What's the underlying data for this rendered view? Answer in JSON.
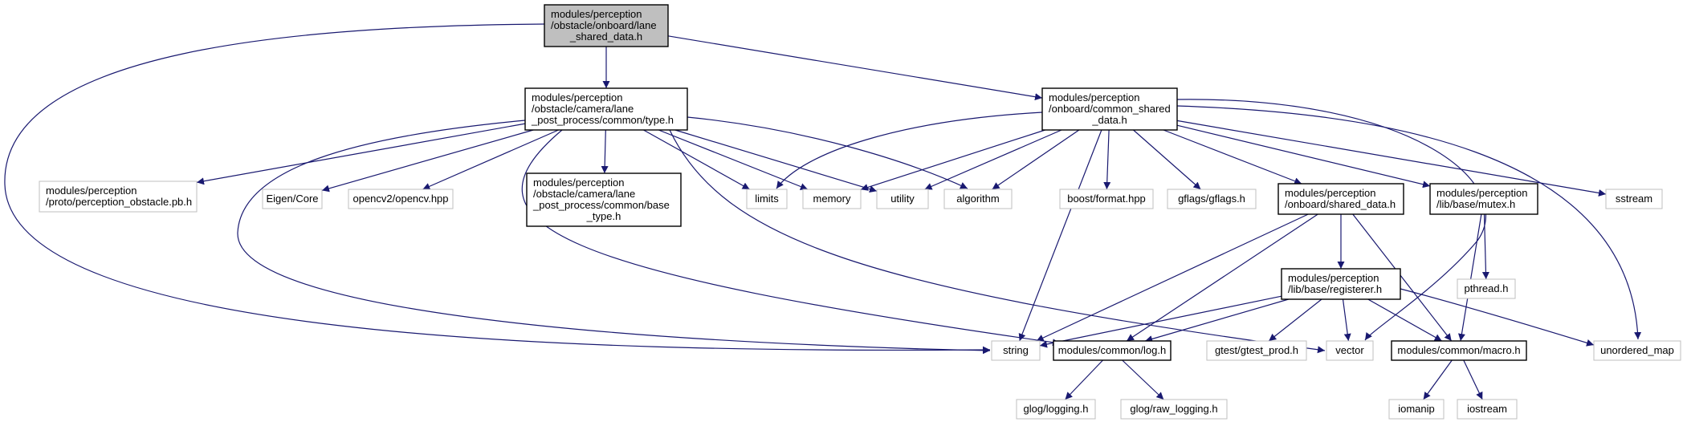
{
  "colors": {
    "edge": "#191970",
    "root_fill": "#bfbfbf",
    "local_border": "#000000",
    "external_border": "#bfbfbf",
    "background": "#ffffff"
  },
  "nodes": {
    "lane_shared_data_h": {
      "lines": [
        "modules/perception",
        "/obstacle/onboard/lane",
        "_shared_data.h"
      ],
      "kind": "root"
    },
    "lane_common_type_h": {
      "lines": [
        "modules/perception",
        "/obstacle/camera/lane",
        "_post_process/common/type.h"
      ],
      "kind": "local"
    },
    "common_shared_data_h": {
      "lines": [
        "modules/perception",
        "/onboard/common_shared",
        "_data.h"
      ],
      "kind": "local"
    },
    "perception_obstacle_pb_h": {
      "lines": [
        "modules/perception",
        "/proto/perception_obstacle.pb.h"
      ],
      "kind": "external"
    },
    "eigen_core": {
      "lines": [
        "Eigen/Core"
      ],
      "kind": "external"
    },
    "opencv_hpp": {
      "lines": [
        "opencv2/opencv.hpp"
      ],
      "kind": "external"
    },
    "base_type_h": {
      "lines": [
        "modules/perception",
        "/obstacle/camera/lane",
        "_post_process/common/base",
        "_type.h"
      ],
      "kind": "local"
    },
    "limits": {
      "lines": [
        "limits"
      ],
      "kind": "external"
    },
    "memory": {
      "lines": [
        "memory"
      ],
      "kind": "external"
    },
    "utility": {
      "lines": [
        "utility"
      ],
      "kind": "external"
    },
    "algorithm": {
      "lines": [
        "algorithm"
      ],
      "kind": "external"
    },
    "boost_format_hpp": {
      "lines": [
        "boost/format.hpp"
      ],
      "kind": "external"
    },
    "gflags_h": {
      "lines": [
        "gflags/gflags.h"
      ],
      "kind": "external"
    },
    "onboard_shared_data_h": {
      "lines": [
        "modules/perception",
        "/onboard/shared_data.h"
      ],
      "kind": "local"
    },
    "lib_base_mutex_h": {
      "lines": [
        "modules/perception",
        "/lib/base/mutex.h"
      ],
      "kind": "local"
    },
    "sstream": {
      "lines": [
        "sstream"
      ],
      "kind": "external"
    },
    "pthread_h": {
      "lines": [
        "pthread.h"
      ],
      "kind": "external"
    },
    "registerer_h": {
      "lines": [
        "modules/perception",
        "/lib/base/registerer.h"
      ],
      "kind": "local"
    },
    "string": {
      "lines": [
        "string"
      ],
      "kind": "external"
    },
    "common_log_h": {
      "lines": [
        "modules/common/log.h"
      ],
      "kind": "local"
    },
    "gtest_prod_h": {
      "lines": [
        "gtest/gtest_prod.h"
      ],
      "kind": "external"
    },
    "vector": {
      "lines": [
        "vector"
      ],
      "kind": "external"
    },
    "common_macro_h": {
      "lines": [
        "modules/common/macro.h"
      ],
      "kind": "local"
    },
    "unordered_map": {
      "lines": [
        "unordered_map"
      ],
      "kind": "external"
    },
    "glog_logging_h": {
      "lines": [
        "glog/logging.h"
      ],
      "kind": "external"
    },
    "glog_raw_logging_h": {
      "lines": [
        "glog/raw_logging.h"
      ],
      "kind": "external"
    },
    "iomanip": {
      "lines": [
        "iomanip"
      ],
      "kind": "external"
    },
    "iostream": {
      "lines": [
        "iostream"
      ],
      "kind": "external"
    }
  },
  "edges": [
    [
      "lane_shared_data_h",
      "lane_common_type_h"
    ],
    [
      "lane_shared_data_h",
      "common_shared_data_h"
    ],
    [
      "lane_shared_data_h",
      "string"
    ],
    [
      "lane_common_type_h",
      "perception_obstacle_pb_h"
    ],
    [
      "lane_common_type_h",
      "eigen_core"
    ],
    [
      "lane_common_type_h",
      "opencv_hpp"
    ],
    [
      "lane_common_type_h",
      "base_type_h"
    ],
    [
      "lane_common_type_h",
      "limits"
    ],
    [
      "lane_common_type_h",
      "memory"
    ],
    [
      "lane_common_type_h",
      "utility"
    ],
    [
      "lane_common_type_h",
      "algorithm"
    ],
    [
      "lane_common_type_h",
      "string"
    ],
    [
      "lane_common_type_h",
      "common_log_h"
    ],
    [
      "lane_common_type_h",
      "vector"
    ],
    [
      "common_shared_data_h",
      "limits"
    ],
    [
      "common_shared_data_h",
      "memory"
    ],
    [
      "common_shared_data_h",
      "utility"
    ],
    [
      "common_shared_data_h",
      "algorithm"
    ],
    [
      "common_shared_data_h",
      "string"
    ],
    [
      "common_shared_data_h",
      "boost_format_hpp"
    ],
    [
      "common_shared_data_h",
      "gflags_h"
    ],
    [
      "common_shared_data_h",
      "onboard_shared_data_h"
    ],
    [
      "common_shared_data_h",
      "lib_base_mutex_h"
    ],
    [
      "common_shared_data_h",
      "sstream"
    ],
    [
      "common_shared_data_h",
      "unordered_map"
    ],
    [
      "common_shared_data_h",
      "vector"
    ],
    [
      "onboard_shared_data_h",
      "string"
    ],
    [
      "onboard_shared_data_h",
      "common_log_h"
    ],
    [
      "onboard_shared_data_h",
      "registerer_h"
    ],
    [
      "onboard_shared_data_h",
      "common_macro_h"
    ],
    [
      "lib_base_mutex_h",
      "pthread_h"
    ],
    [
      "lib_base_mutex_h",
      "common_macro_h"
    ],
    [
      "registerer_h",
      "string"
    ],
    [
      "registerer_h",
      "common_log_h"
    ],
    [
      "registerer_h",
      "gtest_prod_h"
    ],
    [
      "registerer_h",
      "vector"
    ],
    [
      "registerer_h",
      "common_macro_h"
    ],
    [
      "registerer_h",
      "unordered_map"
    ],
    [
      "common_log_h",
      "glog_logging_h"
    ],
    [
      "common_log_h",
      "glog_raw_logging_h"
    ],
    [
      "common_macro_h",
      "iomanip"
    ],
    [
      "common_macro_h",
      "iostream"
    ]
  ]
}
